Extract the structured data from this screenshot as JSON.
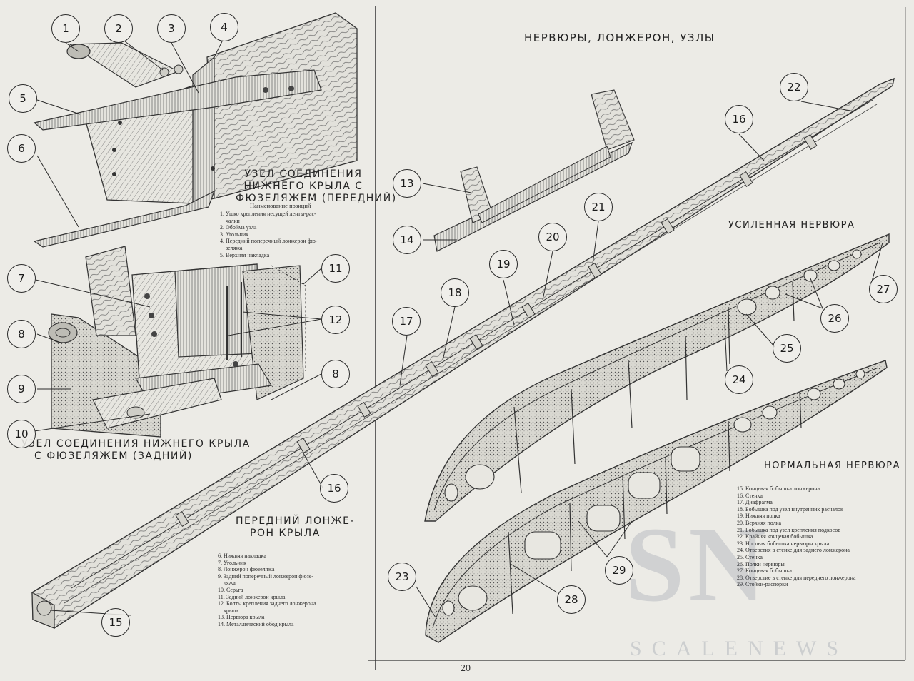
{
  "header": {
    "title": "НЕРВЮРЫ, ЛОНЖЕРОН, УЗЛЫ"
  },
  "captions": {
    "front_joint": [
      "УЗЕЛ СОЕДИНЕНИЯ",
      "НИЖНЕГО КРЫЛА С",
      "ФЮЗЕЛЯЖЕМ (ПЕРЕДНИЙ)"
    ],
    "rear_joint": [
      "УЗЕЛ СОЕДИНЕНИЯ НИЖНЕГО КРЫЛА",
      "С ФЮЗЕЛЯЖЕМ (ЗАДНИЙ)"
    ],
    "front_spar": [
      "ПЕРЕДНИЙ ЛОНЖЕ-",
      "РОН КРЫЛА"
    ],
    "reinforced_rib": "УСИЛЕННАЯ НЕРВЮРА",
    "normal_rib": "НОРМАЛЬНАЯ НЕРВЮРА"
  },
  "legends": {
    "front_joint_heading": "Наименование позиций",
    "front_joint": [
      "1. Ушко крепления несущей ленты-рас-",
      "чалки",
      "2. Обойма узла",
      "3. Угольник",
      "4. Передний поперечный лонжерон фю-",
      "зеляжа",
      "5. Верхняя накладка"
    ],
    "rear_joint": [
      "6. Нижняя накладка",
      "7. Угольник",
      "8. Лонжерон фюзеляжа",
      "9. Задний поперечный лонжерон фюзе-",
      "ляжа",
      "10. Серьга",
      "11. Задний лонжерон крыла",
      "12. Болты крепления заднего лонжерона",
      "крыла",
      "13. Нервюра крыла",
      "14. Металлический обод крыла"
    ],
    "ribs": [
      "15. Концевая бобышка лонжерона",
      "16. Стенка",
      "17. Диафрагма",
      "18. Бобышка под узел внутренних расчалок",
      "19. Нижняя полка",
      "20. Верхняя полка",
      "21. Бобышка под узел крепления подкосов",
      "22. Крайняя концевая бобышка",
      "23. Носовая бобышка нервюры крыла",
      "24. Отверстия в стенке для заднего лонжерона",
      "25. Стенка",
      "26. Полки нервюры",
      "27. Концевая бобышка",
      "28. Отверстие в стенке для переднего лонжерона",
      "29. Стойки-распорки"
    ]
  },
  "callouts": [
    "1",
    "2",
    "3",
    "4",
    "5",
    "6",
    "7",
    "8",
    "9",
    "10",
    "11",
    "12",
    "8",
    "13",
    "14",
    "15",
    "16",
    "16",
    "17",
    "18",
    "19",
    "20",
    "21",
    "22",
    "23",
    "24",
    "25",
    "26",
    "27",
    "28",
    "29"
  ],
  "footer": {
    "page_number": "20"
  },
  "watermark": {
    "letters": "SN",
    "text": "SCALENEWS"
  }
}
